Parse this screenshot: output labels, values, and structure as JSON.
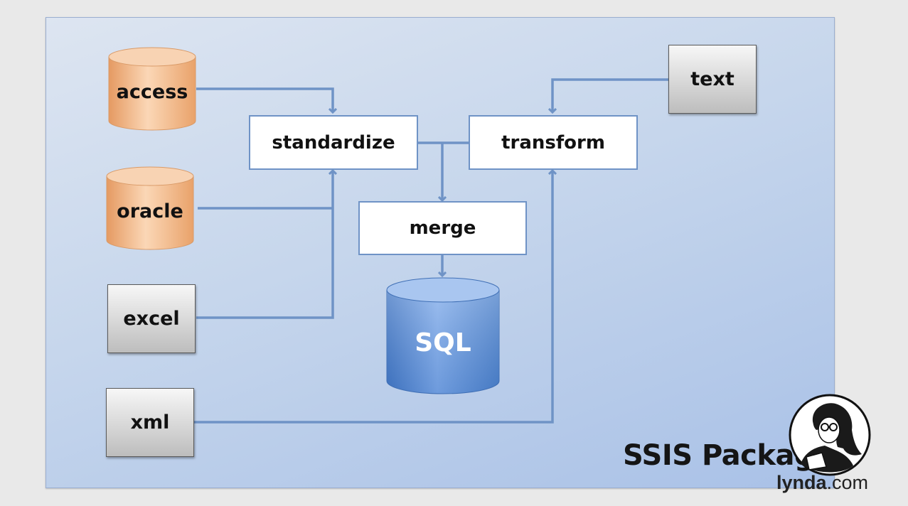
{
  "sources": {
    "access": "access",
    "oracle": "oracle",
    "excel": "excel",
    "xml": "xml",
    "text": "text"
  },
  "steps": {
    "standardize": "standardize",
    "transform": "transform",
    "merge": "merge"
  },
  "destination": "SQL",
  "title": "SSIS Package",
  "brand": {
    "name": "lynda",
    "suffix": ".com"
  },
  "colors": {
    "connector": "#6f93c6",
    "cylinder_orange": "#f0b98c",
    "cylinder_blue": "#5e8fd1",
    "panel": "#c6d6ec"
  }
}
